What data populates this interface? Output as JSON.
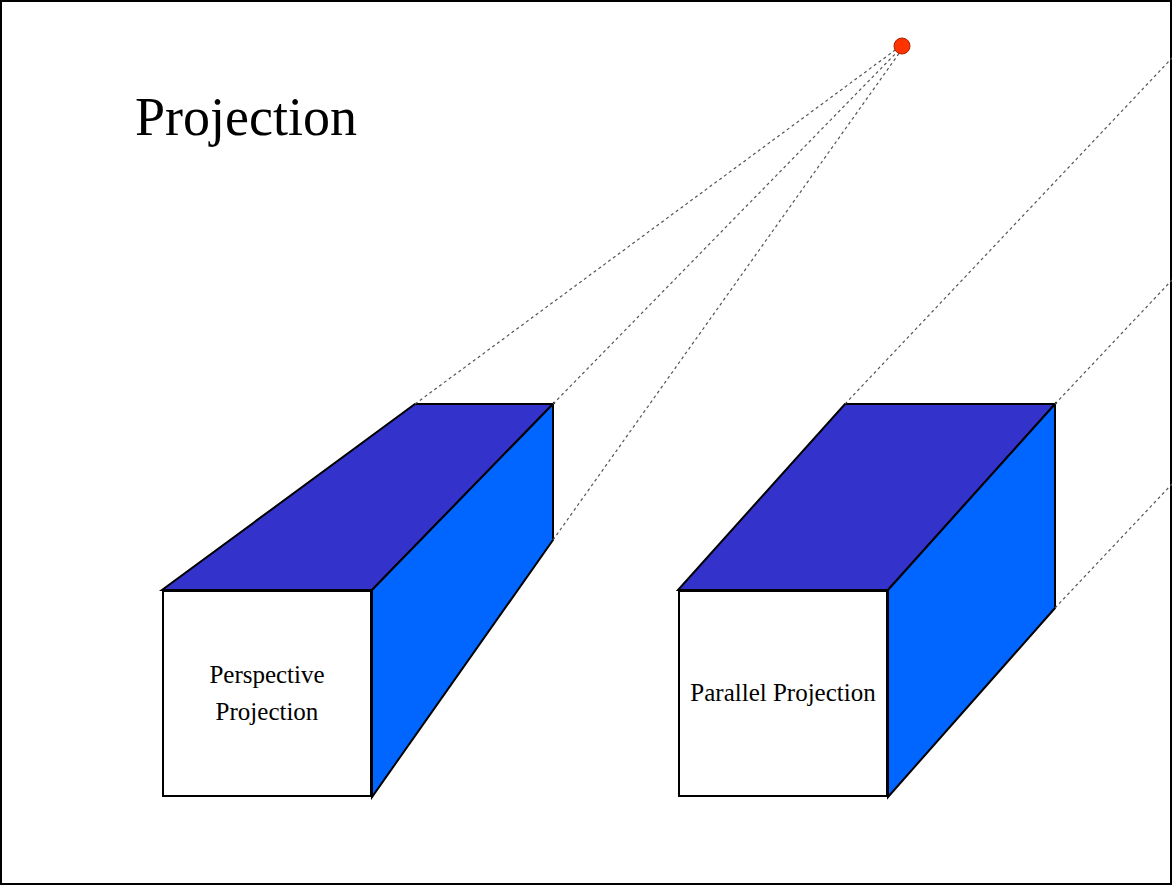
{
  "diagram": {
    "title": "Projection",
    "nodes": [
      {
        "text": [
          "Perspective Projection"
        ]
      },
      {
        "text": [
          "Parallel Projection"
        ]
      }
    ]
  }
}
